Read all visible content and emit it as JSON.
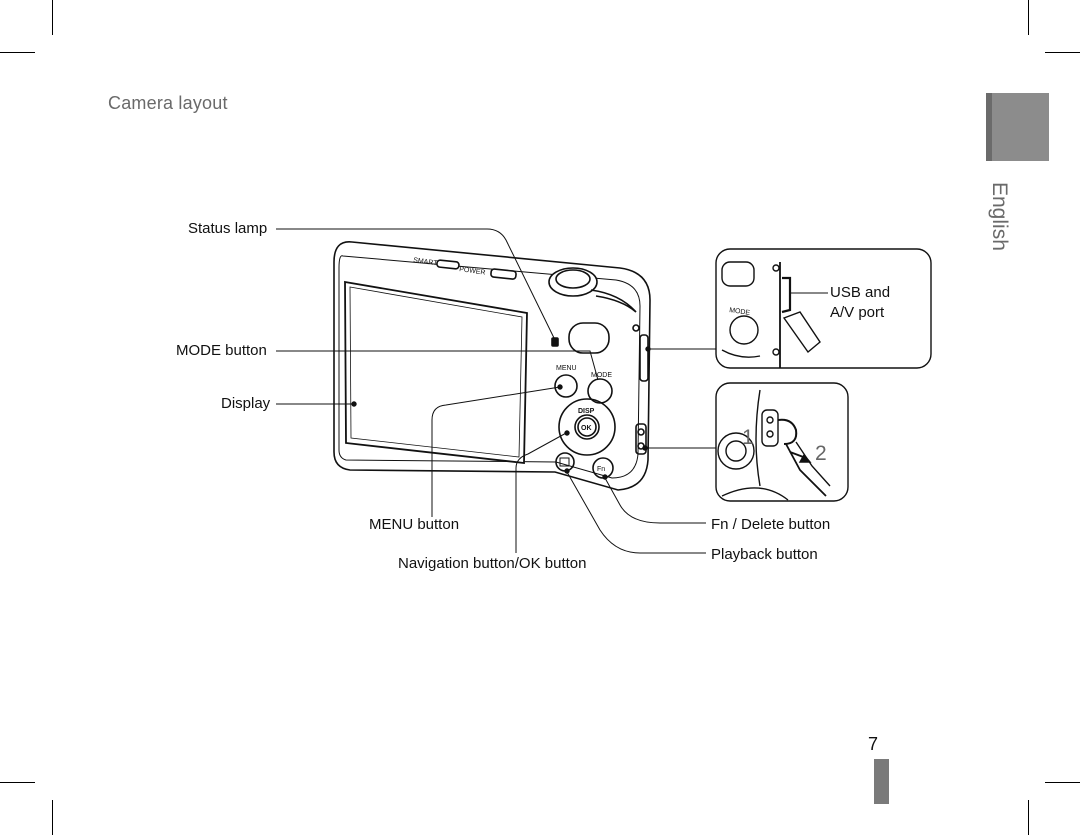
{
  "page": {
    "section_title": "Camera layout",
    "language_tab": "English",
    "page_number": "7"
  },
  "callouts": {
    "status_lamp": "Status lamp",
    "mode_button": "MODE button",
    "display": "Display",
    "menu_button": "MENU button",
    "navigation_ok_button": "Navigation button/OK button",
    "usb_av_port_line1": "USB and",
    "usb_av_port_line2": "A/V port",
    "fn_delete_button": "Fn / Delete button",
    "playback_button": "Playback button"
  },
  "camera_markings": {
    "smart": "SMART",
    "power": "POWER",
    "menu": "MENU",
    "mode": "MODE",
    "disp": "DISP",
    "ok": "OK",
    "fn": "Fn"
  },
  "strap_steps": {
    "step1": "1",
    "step2": "2"
  }
}
